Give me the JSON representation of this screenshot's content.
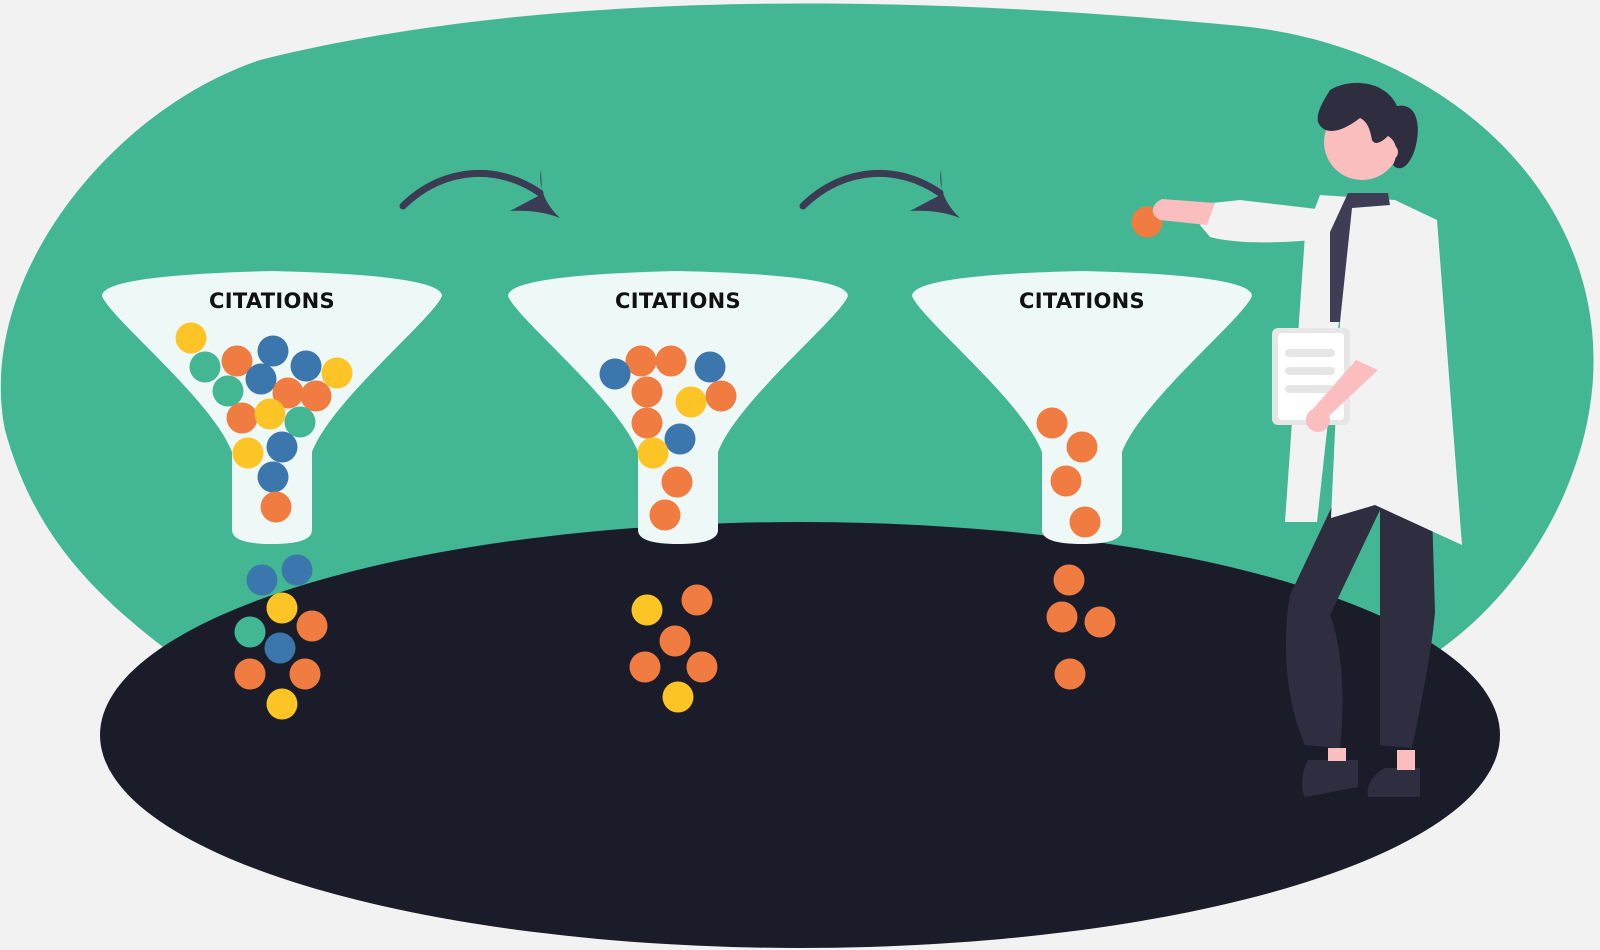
{
  "colors": {
    "background": "#f2f2f2",
    "blob": "#43b793",
    "floor": "#1b1c29",
    "funnel": "#eef8f7",
    "arrow": "#3b3b53",
    "ball_orange": "#f07c42",
    "ball_blue": "#3b76ad",
    "ball_green": "#43b793",
    "ball_yellow": "#fcc424"
  },
  "funnels": [
    {
      "label": "CITATIONS",
      "balls_inside": [
        "yellow",
        "green",
        "orange",
        "blue",
        "blue",
        "yellow",
        "green",
        "blue",
        "orange",
        "orange",
        "orange",
        "yellow",
        "green",
        "yellow",
        "blue",
        "blue",
        "orange"
      ],
      "balls_falling": [
        "blue",
        "blue",
        "yellow",
        "green",
        "blue",
        "orange",
        "orange",
        "orange",
        "yellow"
      ]
    },
    {
      "label": "CITATIONS",
      "balls_inside": [
        "orange",
        "orange",
        "blue",
        "blue",
        "orange",
        "yellow",
        "orange",
        "orange",
        "blue",
        "yellow",
        "orange",
        "orange"
      ],
      "balls_falling": [
        "yellow",
        "orange",
        "orange",
        "orange",
        "orange",
        "yellow"
      ]
    },
    {
      "label": "CITATIONS",
      "balls_inside": [
        "orange",
        "orange",
        "orange",
        "orange"
      ],
      "balls_falling": [
        "orange",
        "orange",
        "orange",
        "orange"
      ]
    }
  ],
  "arrows": [
    {
      "icon": "curved-arrow-right-icon"
    },
    {
      "icon": "curved-arrow-right-icon"
    }
  ],
  "person": {
    "role": "scientist",
    "holding": "clipboard",
    "dropping_ball_color": "orange"
  }
}
